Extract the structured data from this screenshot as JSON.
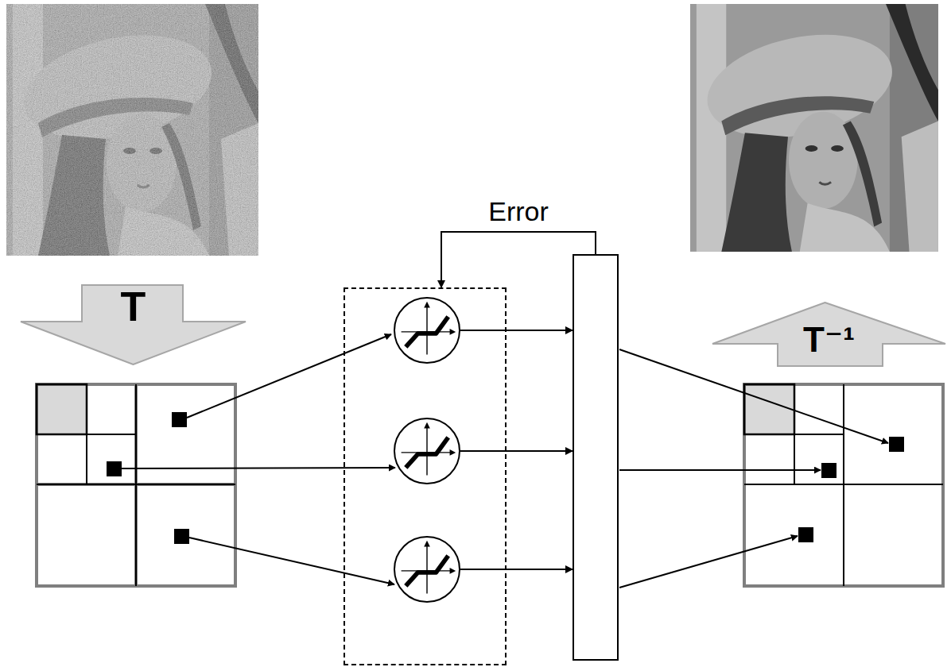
{
  "diagram": {
    "nodes": [
      {
        "text": [
          "T"
        ]
      },
      {
        "text": []
      },
      {
        "text": [],
        "in": 1
      },
      {
        "text": [],
        "in": 1
      },
      {
        "text": [],
        "in": 1
      },
      {
        "text": []
      },
      {
        "text": [
          "T⁻¹"
        ]
      }
    ],
    "edges": [
      {
        "from": 2,
        "to": 5,
        "arrow": "to"
      },
      {
        "from": 3,
        "to": 5,
        "arrow": "to"
      },
      {
        "from": 4,
        "to": 5,
        "arrow": "to"
      },
      {
        "from": 5,
        "to": 1,
        "arrow": "to",
        "label": "Error"
      }
    ]
  }
}
